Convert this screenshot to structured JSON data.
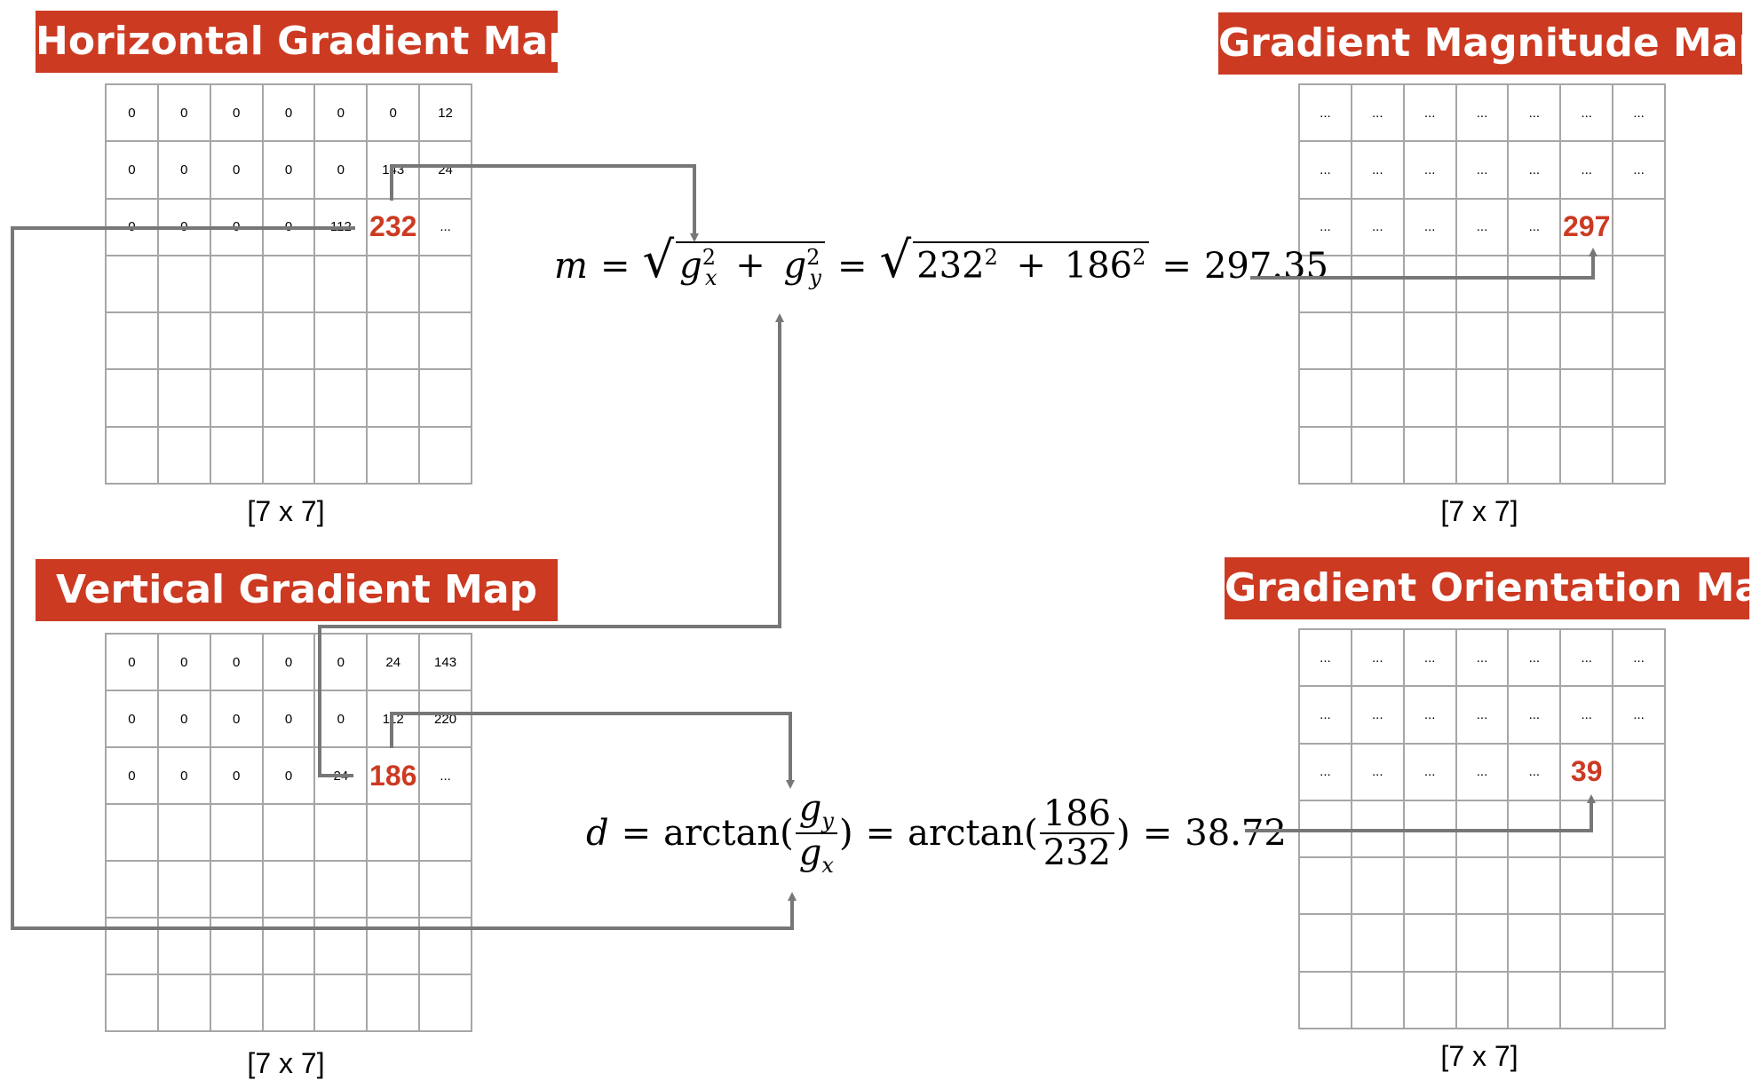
{
  "maps": {
    "horizontal": {
      "title": "Horizontal Gradient Map",
      "label": "[7 x 7]",
      "cells": [
        [
          "0",
          "0",
          "0",
          "0",
          "0",
          "0",
          "12"
        ],
        [
          "0",
          "0",
          "0",
          "0",
          "0",
          "143",
          "24"
        ],
        [
          "0",
          "0",
          "0",
          "0",
          "112",
          "232",
          "..."
        ],
        [
          "",
          "",
          "",
          "",
          "",
          "",
          ""
        ],
        [
          "",
          "",
          "",
          "",
          "",
          "",
          ""
        ],
        [
          "",
          "",
          "",
          "",
          "",
          "",
          ""
        ],
        [
          "",
          "",
          "",
          "",
          "",
          "",
          ""
        ]
      ],
      "highlight": [
        2,
        5
      ]
    },
    "vertical": {
      "title": "Vertical Gradient Map",
      "label": "[7 x 7]",
      "cells": [
        [
          "0",
          "0",
          "0",
          "0",
          "0",
          "24",
          "143"
        ],
        [
          "0",
          "0",
          "0",
          "0",
          "0",
          "112",
          "220"
        ],
        [
          "0",
          "0",
          "0",
          "0",
          "24",
          "186",
          "..."
        ],
        [
          "",
          "",
          "",
          "",
          "",
          "",
          ""
        ],
        [
          "",
          "",
          "",
          "",
          "",
          "",
          ""
        ],
        [
          "",
          "",
          "",
          "",
          "",
          "",
          ""
        ],
        [
          "",
          "",
          "",
          "",
          "",
          "",
          ""
        ]
      ],
      "highlight": [
        2,
        5
      ]
    },
    "magnitude": {
      "title": "Gradient Magnitude Map",
      "label": "[7 x 7]",
      "cells": [
        [
          "...",
          "...",
          "...",
          "...",
          "...",
          "...",
          "..."
        ],
        [
          "...",
          "...",
          "...",
          "...",
          "...",
          "...",
          "..."
        ],
        [
          "...",
          "...",
          "...",
          "...",
          "...",
          "297",
          ""
        ],
        [
          "",
          "",
          "",
          "",
          "",
          "",
          ""
        ],
        [
          "",
          "",
          "",
          "",
          "",
          "",
          ""
        ],
        [
          "",
          "",
          "",
          "",
          "",
          "",
          ""
        ],
        [
          "",
          "",
          "",
          "",
          "",
          "",
          ""
        ]
      ],
      "highlight": [
        2,
        5
      ]
    },
    "orientation": {
      "title": "Gradient Orientation Map",
      "label": "[7 x 7]",
      "cells": [
        [
          "...",
          "...",
          "...",
          "...",
          "...",
          "...",
          "..."
        ],
        [
          "...",
          "...",
          "...",
          "...",
          "...",
          "...",
          "..."
        ],
        [
          "...",
          "...",
          "...",
          "...",
          "...",
          "39",
          ""
        ],
        [
          "",
          "",
          "",
          "",
          "",
          "",
          ""
        ],
        [
          "",
          "",
          "",
          "",
          "",
          "",
          ""
        ],
        [
          "",
          "",
          "",
          "",
          "",
          "",
          ""
        ],
        [
          "",
          "",
          "",
          "",
          "",
          "",
          ""
        ]
      ],
      "highlight": [
        2,
        5
      ]
    }
  },
  "formulas": {
    "magnitude": {
      "lhs": "m",
      "eq": "=",
      "g": "g",
      "sub_x": "x",
      "sub_y": "y",
      "sq": "2",
      "plus": "+",
      "a": "232",
      "b": "186",
      "result": "297.35"
    },
    "orientation": {
      "lhs": "d",
      "eq": "=",
      "fn": "arctan(",
      "close": ")",
      "num_sym": "g",
      "num_sub": "y",
      "den_sym": "g",
      "den_sub": "x",
      "num_val": "186",
      "den_val": "232",
      "result": "38.72"
    }
  },
  "colors": {
    "accent": "#cc3a22",
    "connector": "#777777",
    "grid": "#a6a6a6"
  }
}
